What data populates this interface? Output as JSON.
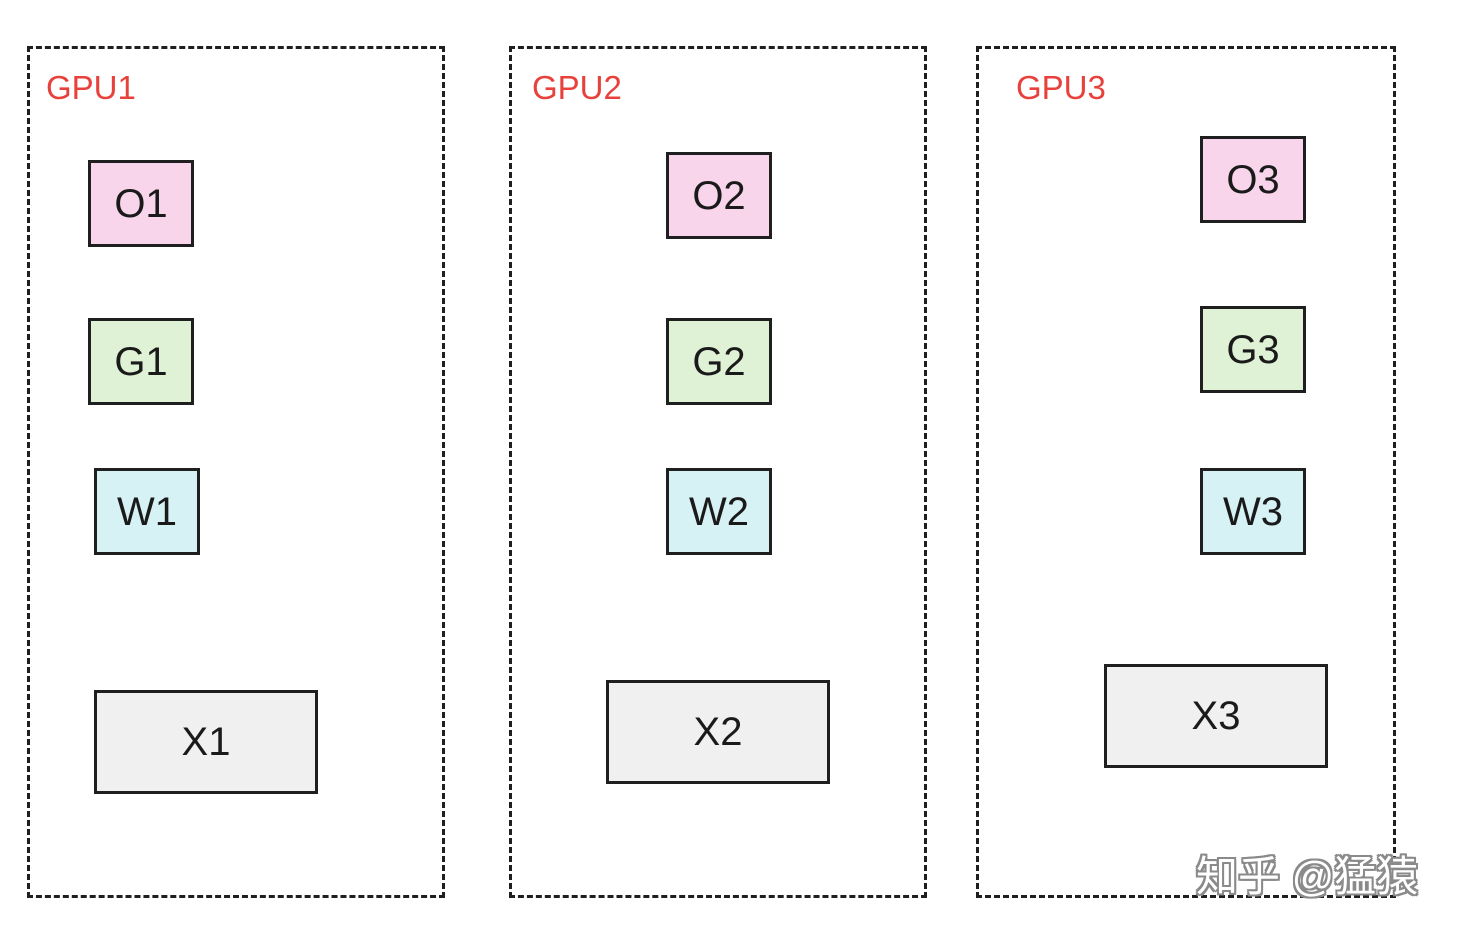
{
  "colors": {
    "label_red": "#e8413c",
    "optimizer_fill": "#f9d5ec",
    "gradient_fill": "#dff2d6",
    "weight_fill": "#d6f2f5",
    "activation_fill": "#f0f0f0",
    "border": "#1f1f1f"
  },
  "gpus": [
    {
      "label": "GPU1",
      "blocks": {
        "optimizer": "O1",
        "gradient": "G1",
        "weight": "W1",
        "activation": "X1"
      }
    },
    {
      "label": "GPU2",
      "blocks": {
        "optimizer": "O2",
        "gradient": "G2",
        "weight": "W2",
        "activation": "X2"
      }
    },
    {
      "label": "GPU3",
      "blocks": {
        "optimizer": "O3",
        "gradient": "G3",
        "weight": "W3",
        "activation": "X3"
      }
    }
  ],
  "watermark": "知乎 @猛猿"
}
